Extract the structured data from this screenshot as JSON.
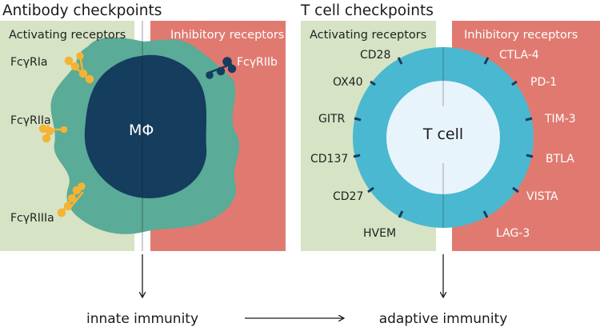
{
  "colors": {
    "activating_bg": "#d6e3c4",
    "inhibitory_bg": "#e07a70",
    "macrophage_outer": "#5aab97",
    "macrophage_inner": "#143d5e",
    "tcell_ring": "#4ab8d0",
    "tcell_inner": "#e8f4fb",
    "receptor_stub": "#1b3a5c",
    "fc_receptor": "#f5b335",
    "text_dark": "#1a1a1a",
    "text_light": "#ffffff"
  },
  "left_panel": {
    "title": "Antibody checkpoints",
    "activating_label": "Activating receptors",
    "inhibitory_label": "Inhibitory receptors",
    "cell_label": "MΦ",
    "activating_receptors": [
      "FcγRIa",
      "FcγRIIa",
      "FcγRIIIa"
    ],
    "inhibitory_receptors": [
      "FcγRIIb"
    ]
  },
  "right_panel": {
    "title": "T cell checkpoints",
    "activating_label": "Activating receptors",
    "inhibitory_label": "Inhibitory receptors",
    "cell_label": "T cell",
    "activating_receptors": [
      "CD28",
      "OX40",
      "GITR",
      "CD137",
      "CD27",
      "HVEM"
    ],
    "inhibitory_receptors": [
      "CTLA-4",
      "PD-1",
      "TIM-3",
      "BTLA",
      "VISTA",
      "LAG-3"
    ]
  },
  "flow": {
    "left_outcome": "innate immunity",
    "right_outcome": "adaptive immunity"
  }
}
